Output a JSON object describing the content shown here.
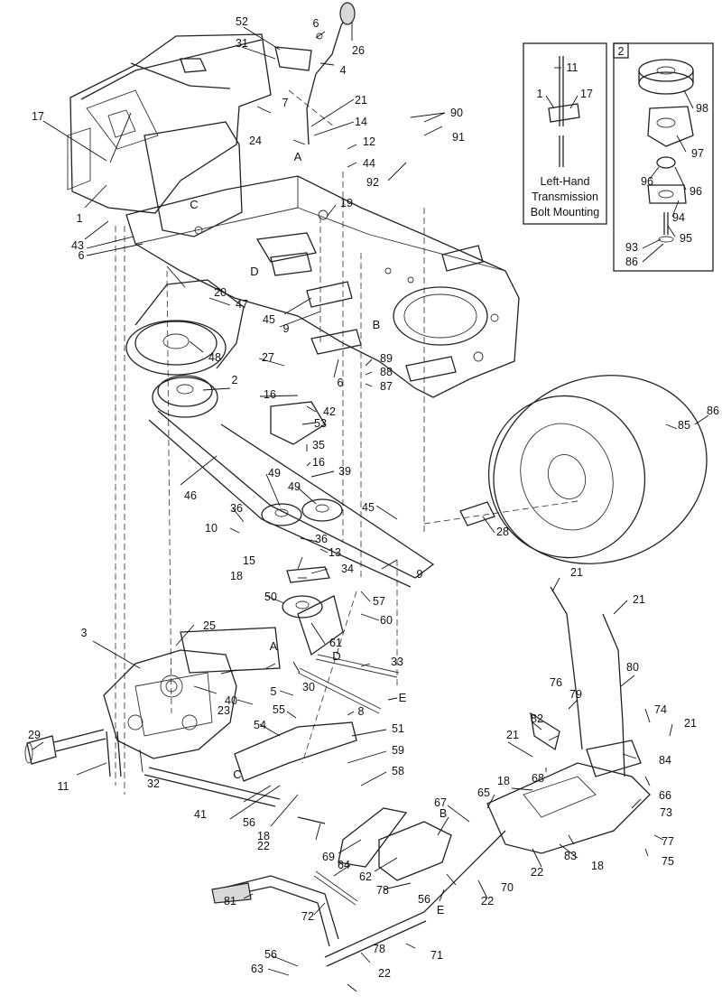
{
  "inset_left": {
    "caption_lines": [
      "Left-Hand",
      "Transmission",
      "Bolt Mounting"
    ],
    "labels": [
      "11",
      "1",
      "17"
    ]
  },
  "inset_right": {
    "tag": "2",
    "labels": [
      "98",
      "97",
      "96",
      "96",
      "94",
      "95",
      "93",
      "86"
    ]
  },
  "reference_letters": [
    "A",
    "B",
    "C",
    "D",
    "E"
  ],
  "callouts": [
    "52",
    "6",
    "26",
    "31",
    "4",
    "7",
    "21",
    "14",
    "24",
    "A",
    "17",
    "90",
    "91",
    "12",
    "44",
    "92",
    "1",
    "C",
    "19",
    "43",
    "6",
    "D",
    "20",
    "47",
    "45",
    "9",
    "B",
    "48",
    "27",
    "6",
    "89",
    "88",
    "87",
    "16",
    "42",
    "2",
    "53",
    "35",
    "16",
    "39",
    "86",
    "85",
    "46",
    "49",
    "49",
    "36",
    "45",
    "10",
    "36",
    "15",
    "13",
    "34",
    "28",
    "18",
    "9",
    "57",
    "50",
    "60",
    "61",
    "3",
    "25",
    "A",
    "D",
    "33",
    "E",
    "40",
    "30",
    "5",
    "55",
    "8",
    "29",
    "23",
    "54",
    "51",
    "59",
    "58",
    "11",
    "32",
    "C",
    "41",
    "56",
    "18",
    "22",
    "21",
    "21",
    "80",
    "79",
    "76",
    "82",
    "74",
    "21",
    "84",
    "66",
    "68",
    "21",
    "18",
    "65",
    "67",
    "73",
    "77",
    "75",
    "83",
    "18",
    "B",
    "22",
    "70",
    "69",
    "64",
    "62",
    "56",
    "78",
    "E",
    "22",
    "71",
    "81",
    "72",
    "56",
    "63",
    "22",
    "78"
  ]
}
